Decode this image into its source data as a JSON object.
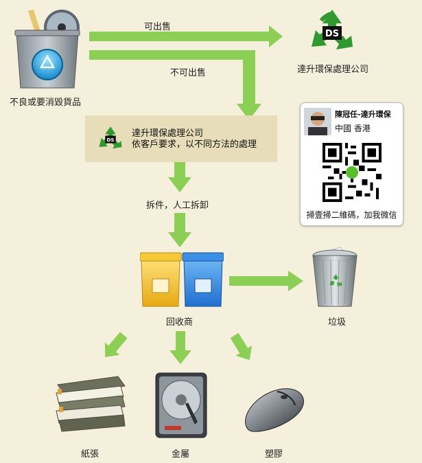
{
  "nodes": {
    "source_label": "不良或要消毀貨品",
    "company_name": "達升環保處理公司",
    "sellable_label": "可出售",
    "unsellable_label": "不可出售",
    "process_title": "達升環保處理公司",
    "process_subtitle": "依客戶要求，以不同方法的處理",
    "dismantle_label": "拆件，人工拆卸",
    "recycler_label": "回收商",
    "trash_label": "垃圾",
    "paper_label": "紙張",
    "metal_label": "金屬",
    "plastic_label": "塑膠"
  },
  "wechat_card": {
    "name": "陳冠任-達升環保",
    "region": "中國  香港",
    "caption": "掃壹掃二維碼，加我微信"
  },
  "logo_text": "DS",
  "colors": {
    "arrow": "#8ccf55",
    "background": "#f4f0dc",
    "panel": "#e7ddb9",
    "recycle_green": "#2f9a2f"
  }
}
